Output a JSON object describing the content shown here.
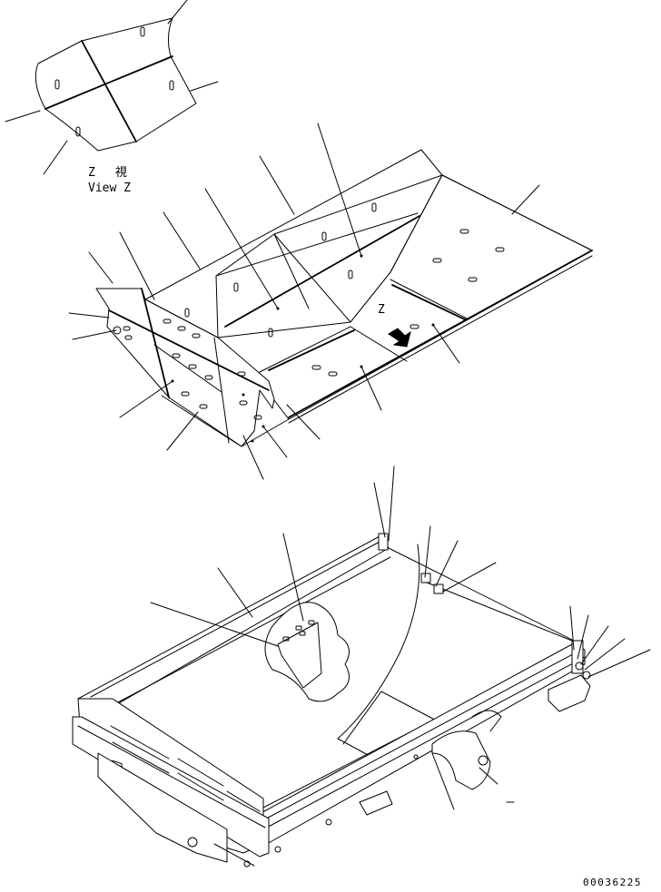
{
  "view_label": {
    "letter": "Z",
    "jp": "視",
    "en": "View Z"
  },
  "arrow_letter": "Z",
  "part_number": "00036225"
}
